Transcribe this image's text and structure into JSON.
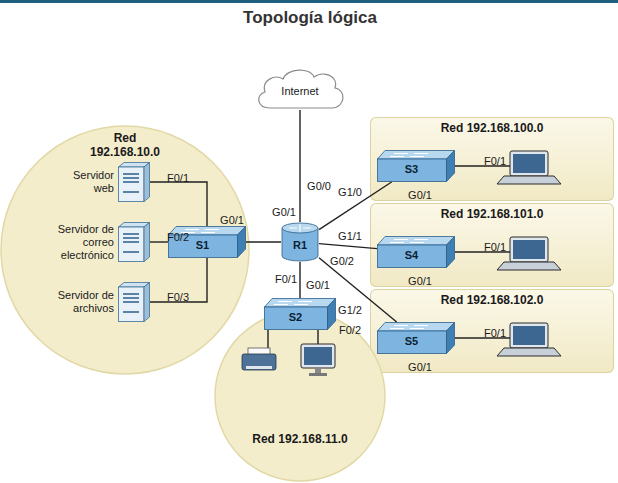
{
  "diagram": {
    "title": "Topología lógica",
    "nodes": [
      {
        "text": [
          "Internet"
        ]
      },
      {
        "text": [
          "Red 192.168.100.0"
        ]
      },
      {
        "text": [
          "S3"
        ],
        "in": 1
      },
      {
        "text": [
          "Red 192.168.10.0"
        ]
      },
      {
        "text": [
          "Servidor web"
        ],
        "in": 3
      },
      {
        "text": [
          "Servidor de correo electrónico"
        ],
        "in": 3
      },
      {
        "text": [
          "Servidor de archivos"
        ],
        "in": 3
      },
      {
        "text": [
          "S1"
        ],
        "in": 3
      },
      {
        "text": [
          "R1"
        ]
      },
      {
        "text": [
          "Red 192.168.101.0"
        ]
      },
      {
        "text": [
          "S4"
        ],
        "in": 9
      },
      {
        "text": [
          "Red 192.168.102.0"
        ]
      },
      {
        "text": [
          "S5"
        ],
        "in": 11
      },
      {
        "text": [
          "Red 192.168.11.0"
        ]
      },
      {
        "text": [
          "S2"
        ],
        "in": 13
      }
    ],
    "edges": [
      {
        "from": 0,
        "to": 8,
        "arrow": "none"
      },
      {
        "from": 4,
        "to": 7,
        "arrow": "none"
      },
      {
        "from": 5,
        "to": 7,
        "arrow": "none"
      },
      {
        "from": 6,
        "to": 7,
        "arrow": "none"
      },
      {
        "from": 7,
        "to": 8,
        "arrow": "none"
      },
      {
        "from": 8,
        "to": 2,
        "arrow": "none"
      },
      {
        "from": 8,
        "to": 10,
        "arrow": "none"
      },
      {
        "from": 8,
        "to": 12,
        "arrow": "none"
      },
      {
        "from": 8,
        "to": 14,
        "arrow": "none"
      }
    ],
    "labels": [
      "F0/1",
      "G0/0",
      "G1/0",
      "F0/1",
      "G0/1",
      "G0/1",
      "G0/1",
      "G1/1",
      "F0/2",
      "F0/1",
      "G0/2",
      "F0/1",
      "G0/1",
      "G0/1",
      "F0/3",
      "G1/2",
      "F0/2",
      "F0/1",
      "G0/1"
    ]
  }
}
